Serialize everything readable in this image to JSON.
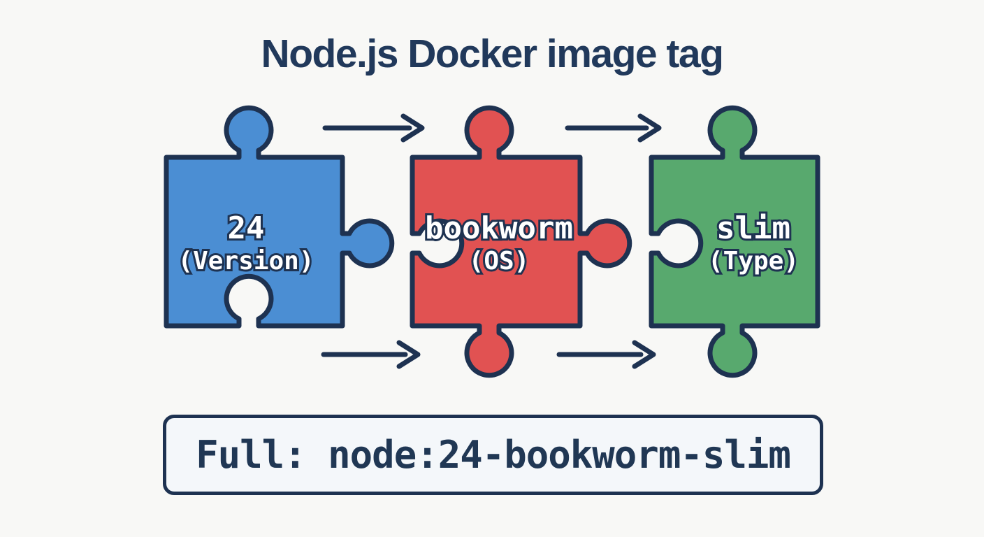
{
  "title": "Node.js Docker image tag",
  "pieces": [
    {
      "value": "24",
      "label": "(Version)"
    },
    {
      "value": "bookworm",
      "label": "(OS)"
    },
    {
      "value": "slim",
      "label": "(Type)"
    }
  ],
  "full_tag": {
    "text": "Full: node:24-bookworm-slim"
  },
  "colors": {
    "background": "#f8f8f6",
    "outline": "#1e3251",
    "title_text": "#21395b",
    "version_blue": "#4b8ed3",
    "os_red": "#e15252",
    "type_green": "#58a96e",
    "piece_text": "#ffffff",
    "box_background": "#f4f7fa",
    "box_text": "#203754"
  }
}
